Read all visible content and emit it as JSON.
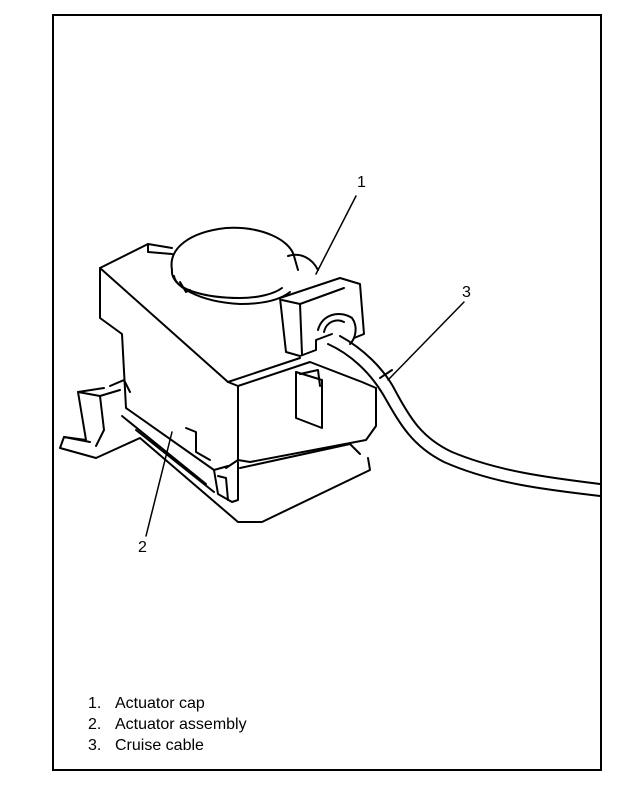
{
  "diagram": {
    "callouts": [
      {
        "id": "1",
        "label": "1"
      },
      {
        "id": "2",
        "label": "2"
      },
      {
        "id": "3",
        "label": "3"
      }
    ],
    "legend": [
      {
        "num": "1.",
        "text": "Actuator cap"
      },
      {
        "num": "2.",
        "text": "Actuator assembly"
      },
      {
        "num": "3.",
        "text": "Cruise cable"
      }
    ]
  }
}
